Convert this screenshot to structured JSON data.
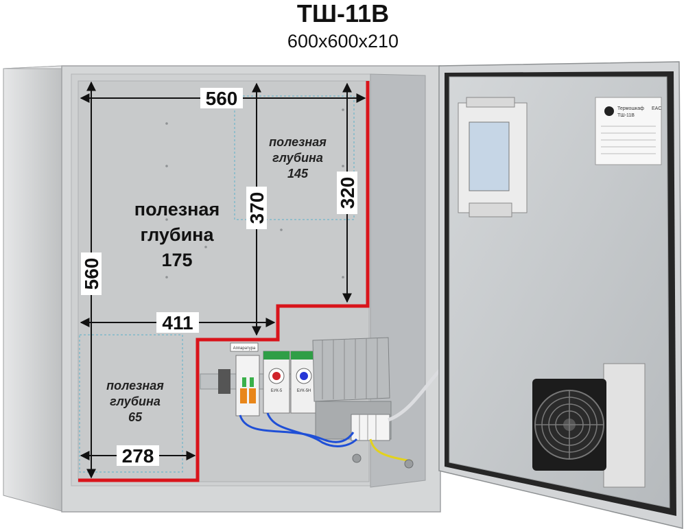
{
  "header": {
    "title": "ТШ-11В",
    "subtitle": "600x600x210"
  },
  "dimensions": {
    "top_width": "560",
    "left_height": "560",
    "middle_height": "370",
    "right_height": "320",
    "step_width": "411",
    "bottom_width": "278"
  },
  "zones": {
    "main": {
      "line1": "полезная",
      "line2": "глубина",
      "value": "175"
    },
    "upper_right": {
      "line1": "полезная",
      "line2": "глубина",
      "value": "145"
    },
    "lower_left": {
      "line1": "полезная",
      "line2": "глубина",
      "value": "65"
    }
  },
  "devices": {
    "thermostat_1": "БУК-5",
    "thermostat_2": "БУК-5Н",
    "breaker_label": "Аппаратура"
  },
  "door_label": {
    "brand": "Термошкаф",
    "model": "ТШ-11В",
    "mark": "EAC"
  },
  "colors": {
    "red_line": "#d9141b",
    "panel": "#c9cbcc",
    "cabinet": "#d8dadb",
    "door_inner": "#c4c7c9",
    "wire_blue": "#1f4fd6"
  }
}
